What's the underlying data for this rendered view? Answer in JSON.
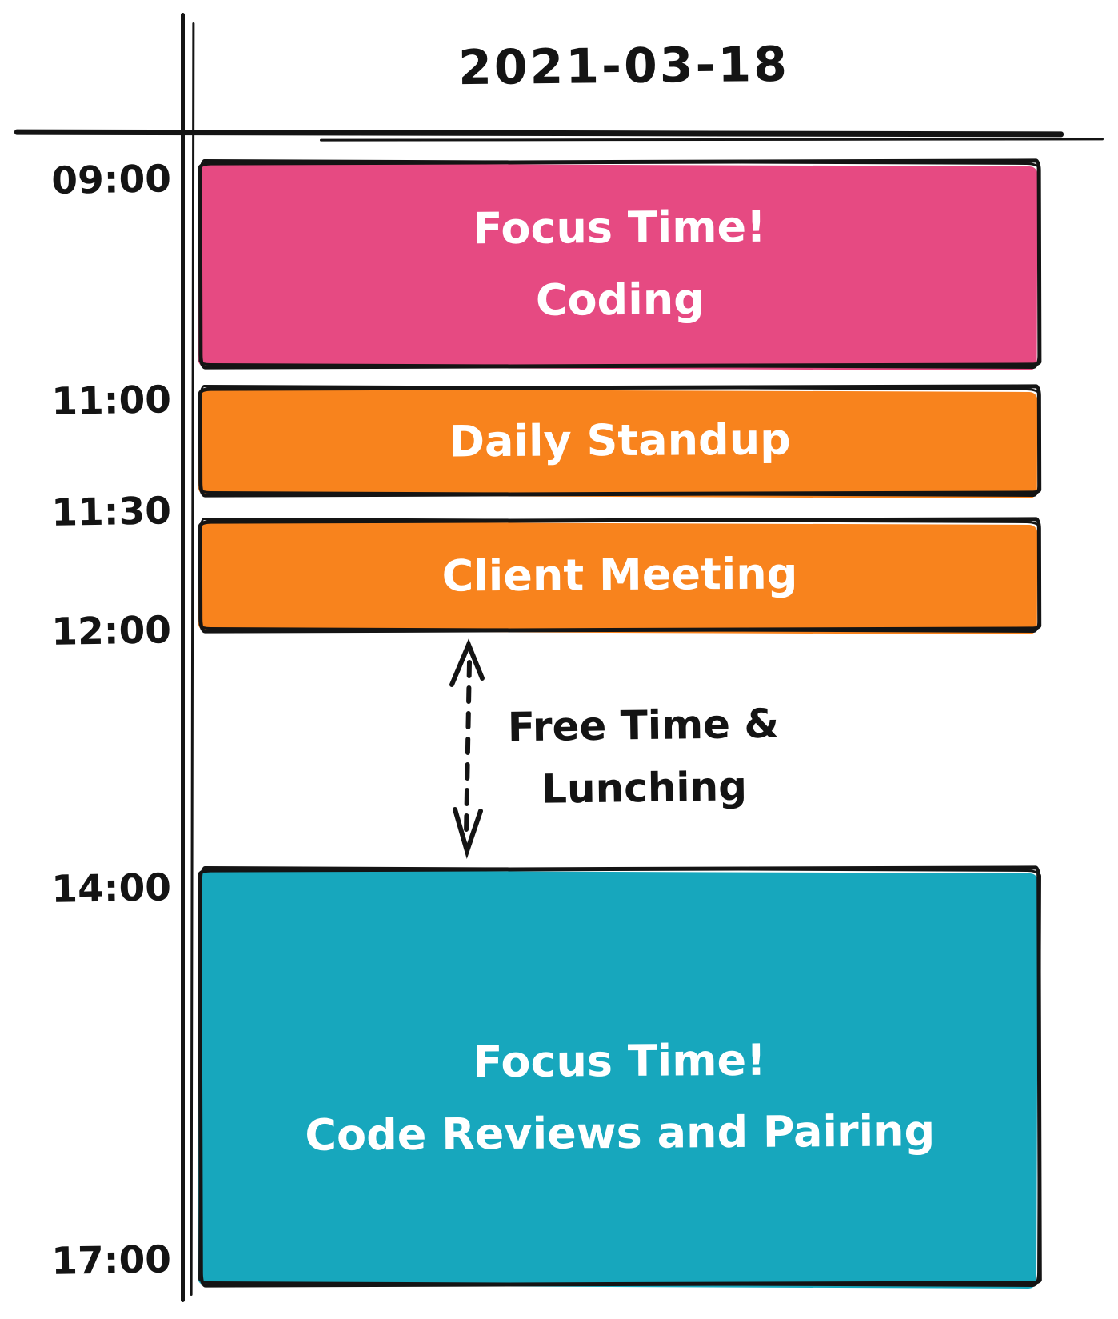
{
  "title": "2021-03-18",
  "axis": {
    "times": [
      "09:00",
      "11:00",
      "11:30",
      "12:00",
      "14:00",
      "17:00"
    ]
  },
  "events": [
    {
      "line1": "Focus Time!",
      "line2": "Coding",
      "start": "09:00",
      "end": "11:00",
      "color": "#e64a82"
    },
    {
      "line1": "Daily Standup",
      "start": "11:00",
      "end": "11:30",
      "color": "#f8831d"
    },
    {
      "line1": "Client Meeting",
      "start": "11:30",
      "end": "12:00",
      "color": "#f8831d"
    },
    {
      "line1": "Focus Time!",
      "line2": "Code Reviews and Pairing",
      "start": "14:00",
      "end": "17:00",
      "color": "#17a7bd"
    }
  ],
  "gap": {
    "line1": "Free Time &",
    "line2": "Lunching"
  },
  "colors": {
    "ink": "#141414",
    "pink": "#e64a82",
    "orange": "#f8831d",
    "teal": "#17a7bd",
    "block_text": "#ffffff",
    "background": "#ffffff"
  }
}
